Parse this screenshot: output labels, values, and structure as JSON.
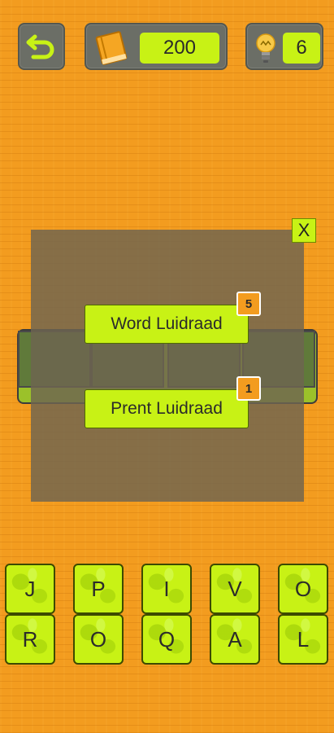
{
  "header": {
    "coins": "200",
    "hints": "6"
  },
  "clue_dialog": {
    "close_label": "X",
    "word_clue": {
      "label": "Word Luidraad",
      "cost": "5"
    },
    "image_clue": {
      "label": "Prent Luidraad",
      "cost": "1"
    }
  },
  "letters": {
    "row1": [
      "J",
      "P",
      "I",
      "V",
      "O"
    ],
    "row2": [
      "R",
      "O",
      "Q",
      "A",
      "L"
    ]
  },
  "colors": {
    "background": "#f39c1f",
    "accent": "#c8f215",
    "panel": "#6b6e66"
  }
}
